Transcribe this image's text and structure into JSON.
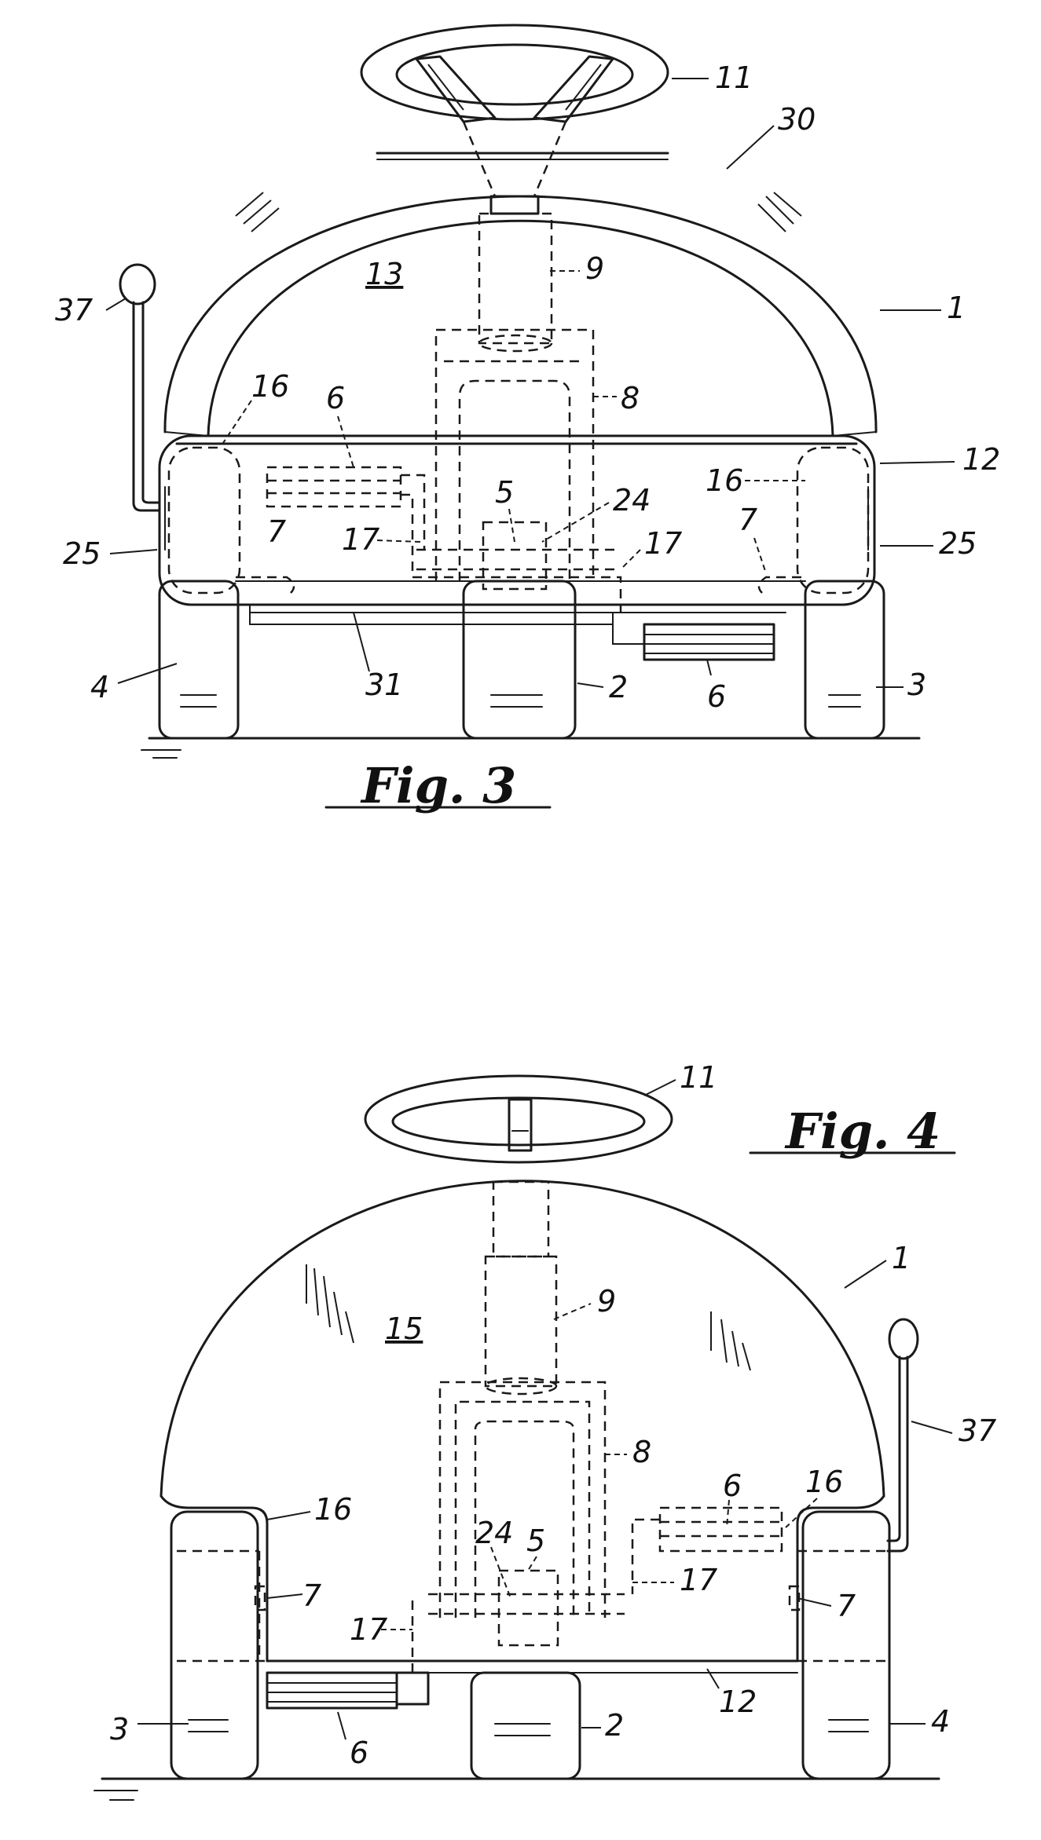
{
  "figures": [
    {
      "caption": "Fig. 3",
      "labels": [
        "11",
        "30",
        "13",
        "9",
        "1",
        "37",
        "16",
        "6",
        "8",
        "12",
        "5",
        "24",
        "16",
        "7",
        "17",
        "17",
        "7",
        "25",
        "25",
        "4",
        "31",
        "2",
        "6",
        "3"
      ]
    },
    {
      "caption": "Fig. 4",
      "labels": [
        "11",
        "1",
        "9",
        "15",
        "37",
        "8",
        "6",
        "16",
        "16",
        "24",
        "5",
        "17",
        "7",
        "17",
        "7",
        "12",
        "3",
        "6",
        "2",
        "4"
      ]
    }
  ]
}
